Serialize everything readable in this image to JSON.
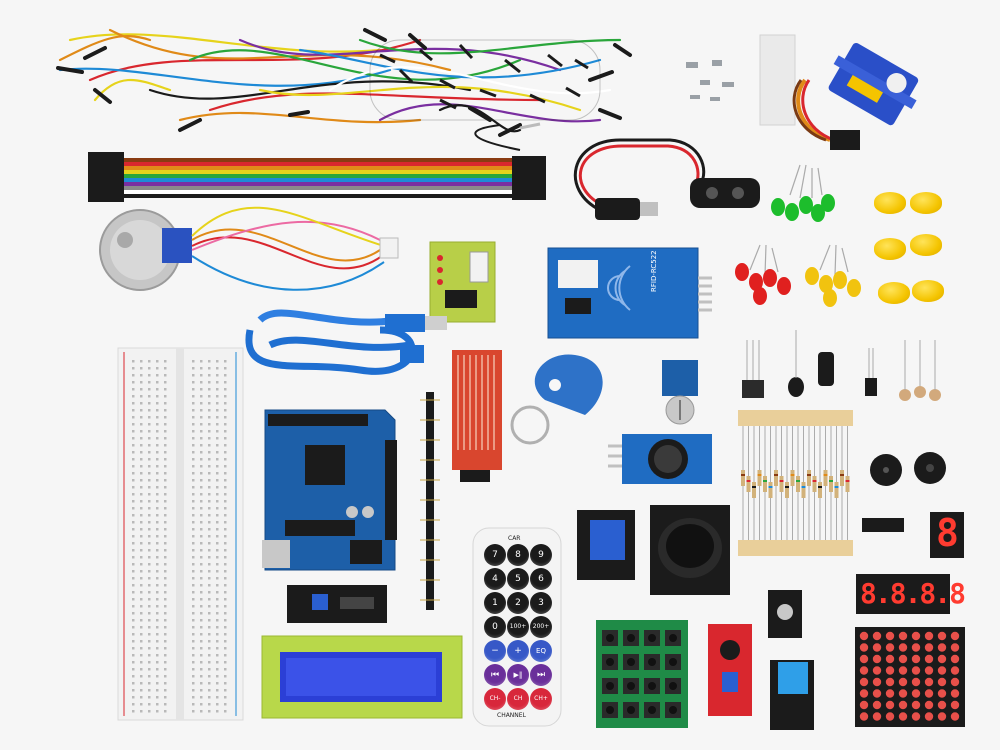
{
  "scene": {
    "background": "#f6f6f6",
    "colors": {
      "arduino_blue": "#1d5fa8",
      "pcb_blue": "#1f6cc2",
      "breadboard": "#f2f2f2",
      "lcd_green": "#b8d84a",
      "lcd_screen": "#2b3fd6",
      "keypad_green": "#1f8b47",
      "water_sensor_red": "#d9462e",
      "yellow_cap": "#f4c400",
      "led_red": "#e0201f",
      "led_green": "#1dbd2c",
      "led_yellow": "#f1c30f"
    }
  },
  "labels": {
    "rfid_board": "RFID-RC522",
    "remote_brand": "CAR",
    "remote_model": "CHANNEL",
    "remote_keys": [
      "CH-",
      "CH",
      "CH+",
      "⏮",
      "⏭",
      "▶‖",
      "−",
      "+",
      "EQ",
      "0",
      "100+",
      "200+",
      "1",
      "2",
      "3",
      "4",
      "5",
      "6",
      "7",
      "8",
      "9"
    ],
    "seven_segment_single": "8",
    "seven_segment_quad": "8.8.8.8"
  }
}
